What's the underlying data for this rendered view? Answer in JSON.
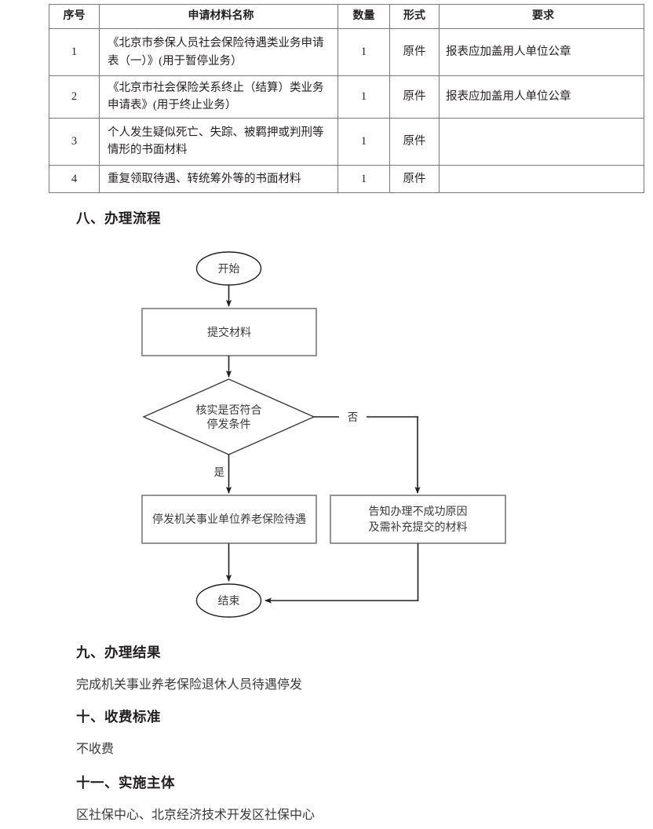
{
  "table": {
    "headers": [
      "序号",
      "申请材料名称",
      "数量",
      "形式",
      "要求"
    ],
    "rows": [
      {
        "index": "1",
        "name": "《北京市参保人员社会保险待遇类业务申请表（一）》(用于暂停业务）",
        "qty": "1",
        "form": "原件",
        "requirement": "报表应加盖用人单位公章"
      },
      {
        "index": "2",
        "name": "《北京市社会保险关系终止（结算）类业务申请表》(用于终止业务）",
        "qty": "1",
        "form": "原件",
        "requirement": "报表应加盖用人单位公章"
      },
      {
        "index": "3",
        "name": "个人发生疑似死亡、失踪、被羁押或判刑等情形的书面材料",
        "qty": "1",
        "form": "原件",
        "requirement": ""
      },
      {
        "index": "4",
        "name": "重复领取待遇、转统筹外等的书面材料",
        "qty": "1",
        "form": "原件",
        "requirement": ""
      }
    ]
  },
  "sections": {
    "process": {
      "heading": "八、办理流程"
    },
    "result": {
      "heading": "九、办理结果",
      "body": "完成机关事业养老保险退休人员待遇停发"
    },
    "fee": {
      "heading": "十、收费标准",
      "body": "不收费"
    },
    "subject": {
      "heading": "十一、实施主体",
      "body": "区社保中心、北京经济技术开发区社保中心"
    }
  },
  "flowchart": {
    "nodes": {
      "start": "开始",
      "submit": "提交材料",
      "decision_line1": "核实是否符合",
      "decision_line2": "停发条件",
      "approve": "停发机关事业单位养老保险待遇",
      "reject_line1": "告知办理不成功原因",
      "reject_line2": "及需补充提交的材料",
      "end": "结束"
    },
    "edges": {
      "yes": "是",
      "no": "否"
    }
  }
}
